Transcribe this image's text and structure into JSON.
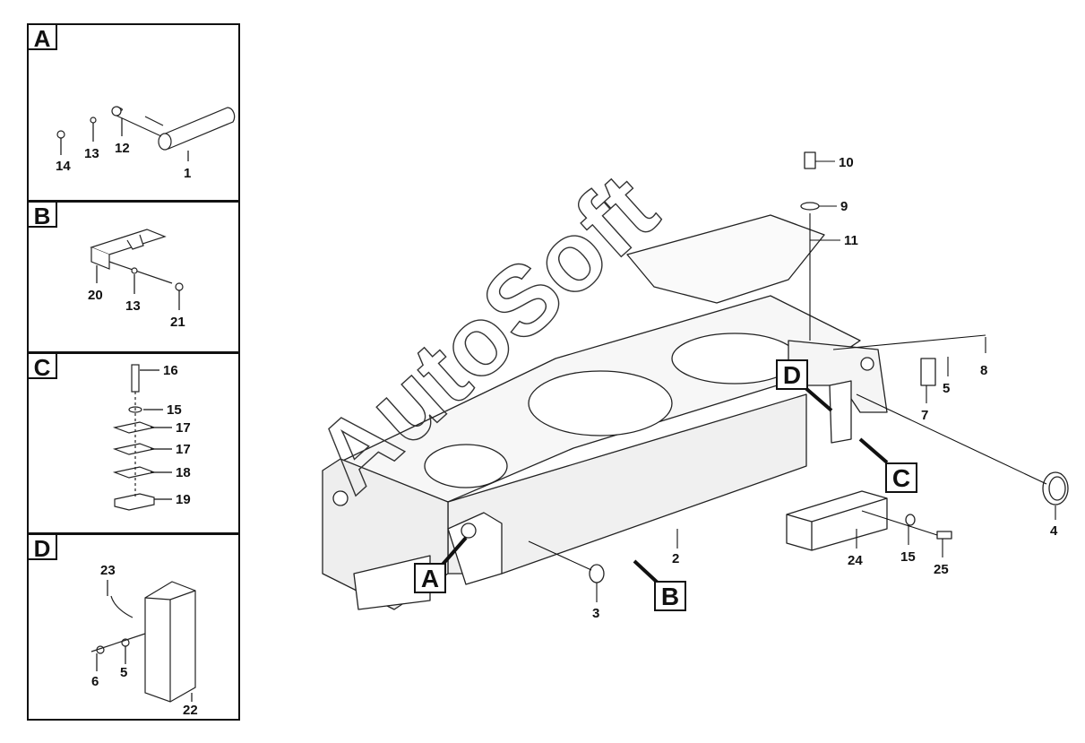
{
  "panels": {
    "a": {
      "letter": "A",
      "callouts": [
        "14",
        "13",
        "12",
        "1"
      ]
    },
    "b": {
      "letter": "B",
      "callouts": [
        "20",
        "13",
        "21"
      ]
    },
    "c": {
      "letter": "C",
      "callouts": [
        "16",
        "15",
        "17",
        "17",
        "18",
        "19"
      ]
    },
    "d": {
      "letter": "D",
      "callouts": [
        "23",
        "6",
        "5",
        "22"
      ]
    }
  },
  "main": {
    "callouts": [
      "10",
      "9",
      "11",
      "8",
      "5",
      "7",
      "4",
      "2",
      "3",
      "24",
      "15",
      "25"
    ],
    "detail_labels": [
      "A",
      "B",
      "C",
      "D"
    ]
  },
  "watermark": "AutoSoft"
}
